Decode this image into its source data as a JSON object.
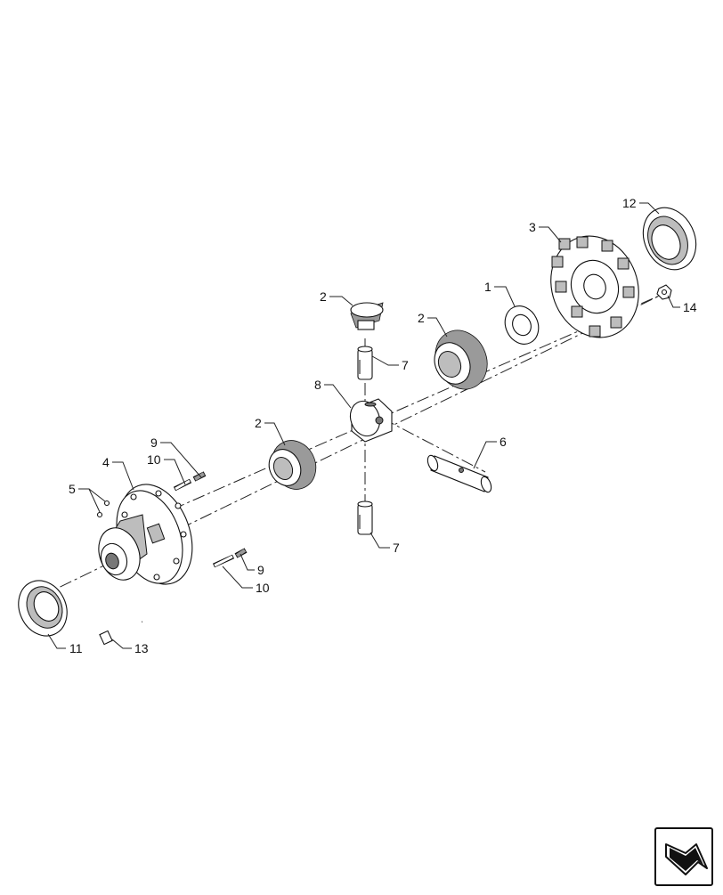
{
  "callouts": [
    {
      "id": "c1",
      "label": "1"
    },
    {
      "id": "c2a",
      "label": "2"
    },
    {
      "id": "c2b",
      "label": "2"
    },
    {
      "id": "c2c",
      "label": "2"
    },
    {
      "id": "c3",
      "label": "3"
    },
    {
      "id": "c4",
      "label": "4"
    },
    {
      "id": "c5",
      "label": "5"
    },
    {
      "id": "c6",
      "label": "6"
    },
    {
      "id": "c7a",
      "label": "7"
    },
    {
      "id": "c7b",
      "label": "7"
    },
    {
      "id": "c8",
      "label": "8"
    },
    {
      "id": "c9a",
      "label": "9"
    },
    {
      "id": "c9b",
      "label": "9"
    },
    {
      "id": "c10a",
      "label": "10"
    },
    {
      "id": "c10b",
      "label": "10"
    },
    {
      "id": "c11",
      "label": "11"
    },
    {
      "id": "c12",
      "label": "12"
    },
    {
      "id": "c13",
      "label": "13"
    },
    {
      "id": "c14",
      "label": "14"
    }
  ],
  "nav_icon": "next-page-arrow-icon"
}
